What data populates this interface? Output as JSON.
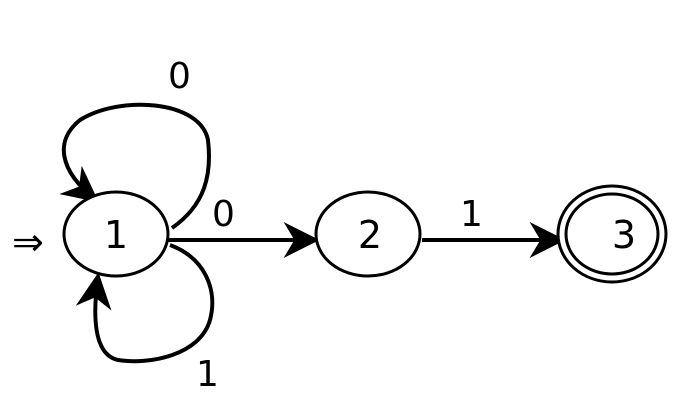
{
  "automaton": {
    "start_marker": "⇒",
    "states": [
      {
        "id": "q1",
        "label": "1",
        "accepting": false
      },
      {
        "id": "q2",
        "label": "2",
        "accepting": false
      },
      {
        "id": "q3",
        "label": "3",
        "accepting": true
      }
    ],
    "transitions": [
      {
        "from": "q1",
        "to": "q1",
        "label": "0",
        "loop": "top"
      },
      {
        "from": "q1",
        "to": "q1",
        "label": "1",
        "loop": "bottom"
      },
      {
        "from": "q1",
        "to": "q2",
        "label": "0"
      },
      {
        "from": "q2",
        "to": "q3",
        "label": "1"
      }
    ]
  },
  "colors": {
    "stroke": "#000000",
    "background": "#ffffff"
  }
}
